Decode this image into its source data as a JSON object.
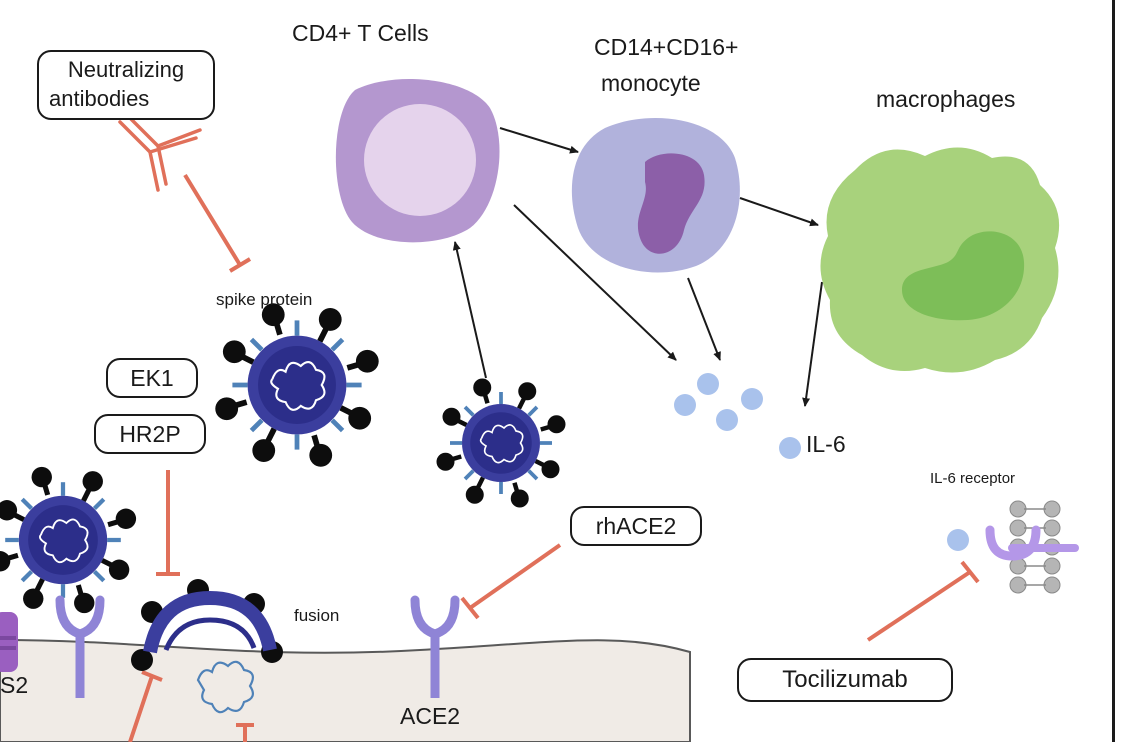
{
  "labels": {
    "cd4": "CD4+ T Cells",
    "monocyte_line1": "CD14+CD16+",
    "monocyte_line2": "monocyte",
    "macrophages": "macrophages",
    "neutralizing_line1": "Neutralizing",
    "neutralizing_line2": "antibodies",
    "spike": "spike protein",
    "ek1": "EK1",
    "hr2p": "HR2P",
    "il6": "IL-6",
    "il6_receptor": "IL-6 receptor",
    "rhace2": "rhACE2",
    "fusion": "fusion",
    "ace2": "ACE2",
    "tocilizumab": "Tocilizumab",
    "tmprss2_partial": "S2"
  },
  "colors": {
    "activation_arrow": "#1a1a1a",
    "inhibition": "#e0705a",
    "t_cell": "#b497cf",
    "t_cell_nucleus": "#e5d3ec",
    "monocyte": "#b1b2dc",
    "monocyte_nucleus": "#8c5fa8",
    "macrophage": "#a8d27c",
    "macrophage_nucleus": "#7dbe58",
    "virus_envelope": "#3b3e9e",
    "virus_core": "#2c2e8a",
    "virus_rna": "#ffffff",
    "spike": "#0d0d0d",
    "membrane_protein": "#4f82b8",
    "il6": "#a9c2ec",
    "ace2": "#8f84d6",
    "host_cell": "#f0ebe6",
    "lipid": "#b5b5b5"
  },
  "icons": [
    "t-cell-icon",
    "monocyte-icon",
    "macrophage-icon",
    "virus-icon",
    "antibody-icon",
    "ace2-receptor-icon",
    "il6-receptor-icon",
    "lipid-bilayer-icon",
    "tmprss2-icon",
    "il6-molecule-icon"
  ]
}
